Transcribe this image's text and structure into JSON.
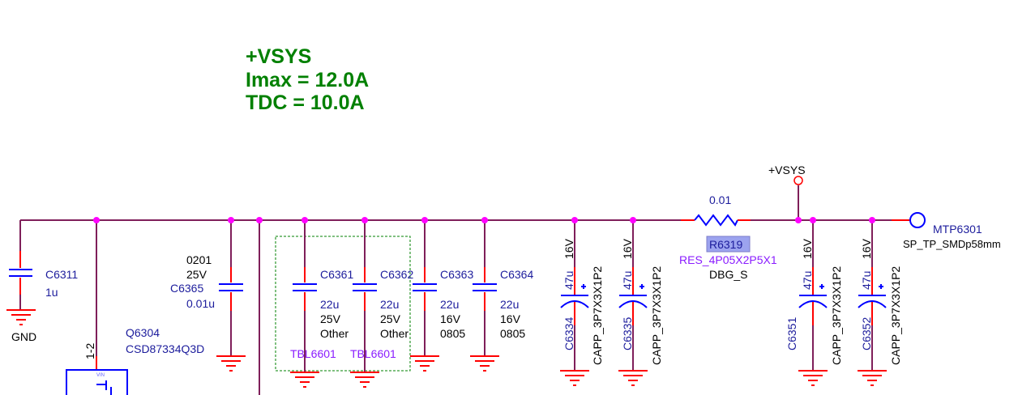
{
  "annotation": {
    "net": "+VSYS",
    "imax": "Imax = 12.0A",
    "tdc": "TDC = 10.0A"
  },
  "c6311": {
    "ref": "C6311",
    "value": "1u",
    "net": "GND"
  },
  "c6365": {
    "package": "0201",
    "voltage": "25V",
    "ref": "C6365",
    "value": "0.01u"
  },
  "q6304": {
    "ref": "Q6304",
    "part": "CSD87334Q3D",
    "pin": "1-2",
    "pin_name": "VIN"
  },
  "c6361": {
    "ref": "C6361",
    "value": "22u",
    "voltage": "25V",
    "package": "Other",
    "tbl": "TBL6601"
  },
  "c6362": {
    "ref": "C6362",
    "value": "22u",
    "voltage": "25V",
    "package": "Other",
    "tbl": "TBL6601"
  },
  "c6363": {
    "ref": "C6363",
    "value": "22u",
    "voltage": "16V",
    "package": "0805"
  },
  "c6364": {
    "ref": "C6364",
    "value": "22u",
    "voltage": "16V",
    "package": "0805"
  },
  "c6334": {
    "ref": "C6334",
    "value": "47u",
    "voltage": "16V",
    "footprint": "CAPP_3P7X3X1P2"
  },
  "c6335": {
    "ref": "C6335",
    "value": "47u",
    "voltage": "16V",
    "footprint": "CAPP_3P7X3X1P2"
  },
  "c6351": {
    "ref": "C6351",
    "value": "47u",
    "voltage": "16V",
    "footprint": "CAPP_3P7X3X1P2"
  },
  "c6352": {
    "ref": "C6352",
    "value": "47u",
    "voltage": "16V",
    "footprint": "CAPP_3P7X3X1P2"
  },
  "r6319": {
    "value": "0.01",
    "ref": "R6319",
    "footprint": "RES_4P05X2P5X1",
    "variant": "DBG_S"
  },
  "power_port": {
    "label": "+VSYS"
  },
  "mtp6301": {
    "ref": "MTP6301",
    "footprint": "SP_TP_SMDp58mm"
  }
}
